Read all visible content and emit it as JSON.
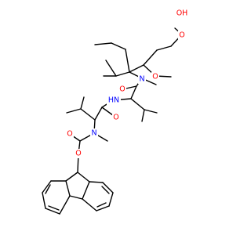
{
  "molecule": {
    "labels": {
      "carboxyl_oh": "OH",
      "carboxyl_o": "O",
      "methoxy_o": "O",
      "amide1_n": "N",
      "amide1_o": "O",
      "amide2_nh": "HN",
      "amide2_o": "O",
      "carbamate_n": "N",
      "carbamate_o_ester": "O",
      "carbamate_o_carbonyl": "O"
    },
    "colors": {
      "carbon": "#000000",
      "oxygen": "#ff0000",
      "nitrogen": "#0000ff",
      "background": "#ffffff"
    }
  }
}
